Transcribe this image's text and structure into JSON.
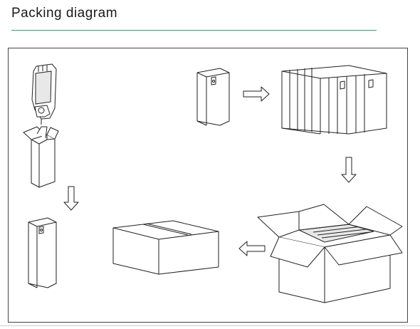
{
  "header": {
    "title": "Packing diagram"
  },
  "colors": {
    "accent_rule": "#2e9e83",
    "line": "#222222",
    "background": "#ffffff"
  },
  "diagram": {
    "steps": [
      {
        "name": "luminaire",
        "icon": "street-light-icon"
      },
      {
        "name": "single-box-open",
        "icon": "open-box-icon"
      },
      {
        "name": "single-box-closed",
        "icon": "box-icon"
      },
      {
        "name": "box-group",
        "icon": "box-stack-icon"
      },
      {
        "name": "master-carton-open",
        "icon": "open-carton-icon"
      },
      {
        "name": "master-carton-sealed",
        "icon": "carton-icon"
      }
    ],
    "arrows": [
      "right",
      "down",
      "left",
      "down"
    ]
  }
}
